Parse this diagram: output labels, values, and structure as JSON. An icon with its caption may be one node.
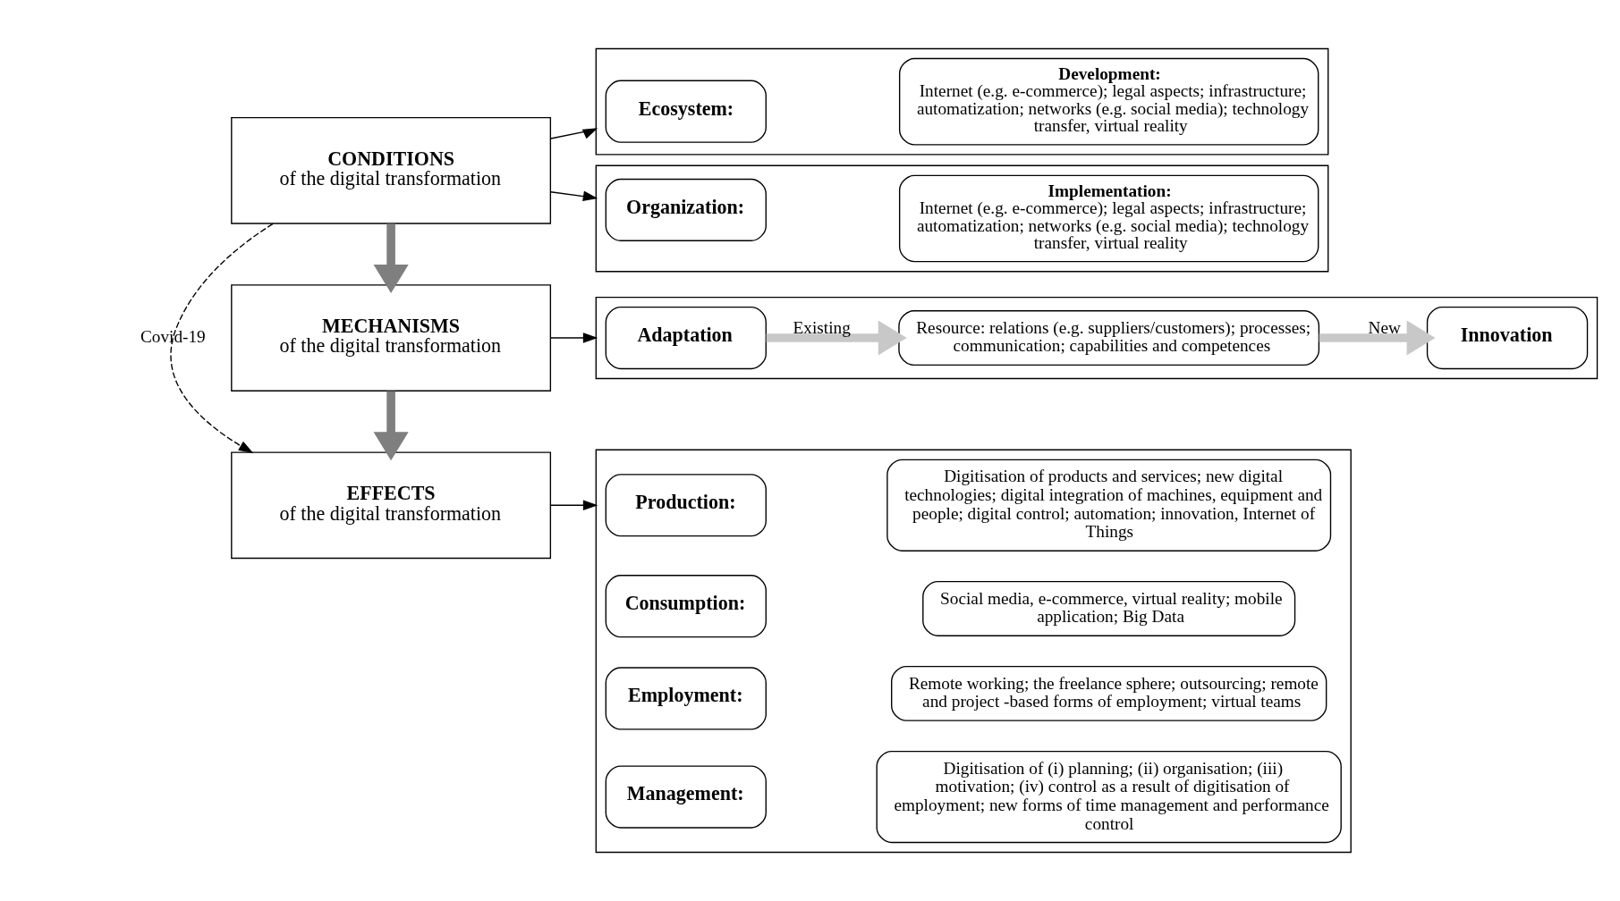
{
  "diagram": {
    "nodes": [
      {
        "text": [
          "CONDITIONS",
          "of the digital transformation"
        ]
      },
      {
        "text": [
          "MECHANISMS",
          "of the digital transformation"
        ]
      },
      {
        "text": [
          "EFFECTS",
          "of the digital transformation"
        ]
      },
      {
        "text": [],
        "shape": "box"
      },
      {
        "text": [
          "Ecosystem:"
        ],
        "in": 3
      },
      {
        "text": [
          "Development:",
          "Internet (e.g. e-commerce); legal aspects; infrastructure; automatization; networks (e.g. social media); technology transfer, virtual reality"
        ],
        "in": 3
      },
      {
        "text": [],
        "shape": "box"
      },
      {
        "text": [
          "Organization:"
        ],
        "in": 6
      },
      {
        "text": [
          "Implementation:",
          "Internet (e.g. e-commerce); legal aspects; infrastructure; automatization; networks (e.g. social media); technology transfer, virtual reality"
        ],
        "in": 6
      },
      {
        "text": [],
        "shape": "box"
      },
      {
        "text": [
          "Adaptation"
        ],
        "in": 9
      },
      {
        "text": [
          "Resource: relations (e.g. suppliers/customers); processes; communication; capabilities and competences"
        ],
        "in": 9
      },
      {
        "text": [
          "Innovation"
        ],
        "in": 9
      },
      {
        "text": [],
        "shape": "box"
      },
      {
        "text": [
          "Production:"
        ],
        "in": 13
      },
      {
        "text": [
          "Digitisation of products and services; new digital technologies; digital integration of machines, equipment and people; digital control; automation; innovation, Internet of Things"
        ],
        "in": 13
      },
      {
        "text": [
          "Consumption:"
        ],
        "in": 13
      },
      {
        "text": [
          "Social media, e-commerce, virtual reality; mobile application; Big Data"
        ],
        "in": 13
      },
      {
        "text": [
          "Employment:"
        ],
        "in": 13
      },
      {
        "text": [
          "Remote working; the freelance sphere; outsourcing; remote and project -based forms of employment; virtual teams"
        ],
        "in": 13
      },
      {
        "text": [
          "Management:"
        ],
        "in": 13
      },
      {
        "text": [
          "Digitisation of (i) planning; (ii) organisation; (iii) motivation; (iv) control as a result of digitisation of employment; new forms of time management and performance control"
        ],
        "in": 13
      }
    ],
    "edges": [
      {
        "from": 0,
        "to": 3,
        "arrow": "to"
      },
      {
        "from": 0,
        "to": 6,
        "arrow": "to"
      },
      {
        "from": 1,
        "to": 9,
        "arrow": "to"
      },
      {
        "from": 2,
        "to": 13,
        "arrow": "to"
      },
      {
        "from": 0,
        "to": 1,
        "arrow": "to",
        "style": "thick",
        "color": "#7f7f7f"
      },
      {
        "from": 1,
        "to": 2,
        "arrow": "to",
        "style": "thick",
        "color": "#7f7f7f"
      },
      {
        "from": 0,
        "to": 2,
        "arrow": "to",
        "style": "dashed",
        "label": "Covid-19"
      },
      {
        "from": 10,
        "to": 11,
        "arrow": "to",
        "style": "thick",
        "color": "#c8c8c8",
        "label": "Existing"
      },
      {
        "from": 11,
        "to": 12,
        "arrow": "to",
        "style": "thick",
        "color": "#c8c8c8",
        "label": "New"
      }
    ]
  }
}
